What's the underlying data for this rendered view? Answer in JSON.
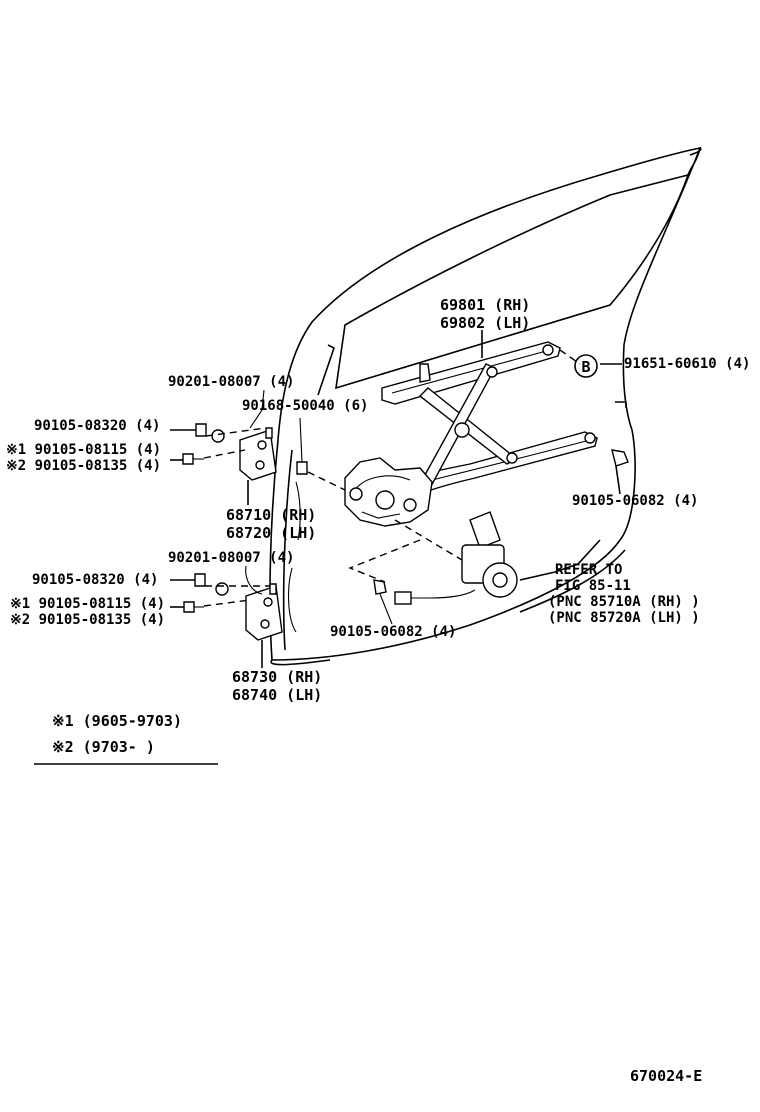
{
  "labels": {
    "regulator_rh": "69801 (RH)",
    "regulator_lh": "69802 (LH)",
    "bolt_b": "B",
    "bolt_b_part": "91651-60610 (4)",
    "nut_upper": "90201-08007 (4)",
    "screw_upper": "90168-50040 (6)",
    "bolt_upper_1": "90105-08320 (4)",
    "bolt_upper_2": "※1  90105-08115 (4)",
    "bolt_upper_3": "※2  90105-08135 (4)",
    "hinge_upper_rh": "68710 (RH)",
    "hinge_upper_lh": "68720 (LH)",
    "bolt_right": "90105-06082 (4)",
    "nut_lower": "90201-08007 (4)",
    "bolt_lower_1": "90105-08320 (4)",
    "bolt_lower_2": "※1  90105-08115 (4)",
    "bolt_lower_3": "※2  90105-08135 (4)",
    "bolt_motor": "90105-06082 (4)",
    "refer_1": "REFER TO",
    "refer_2": "FIG 85-11",
    "refer_3": "(PNC  85710A (RH) )",
    "refer_4": "(PNC  85720A (LH) )",
    "hinge_lower_rh": "68730 (RH)",
    "hinge_lower_lh": "68740 (LH)"
  },
  "notes": {
    "note_1": "※1  (9605-9703)",
    "note_2": "※2  (9703-      )"
  },
  "figure_code": "670024-E"
}
